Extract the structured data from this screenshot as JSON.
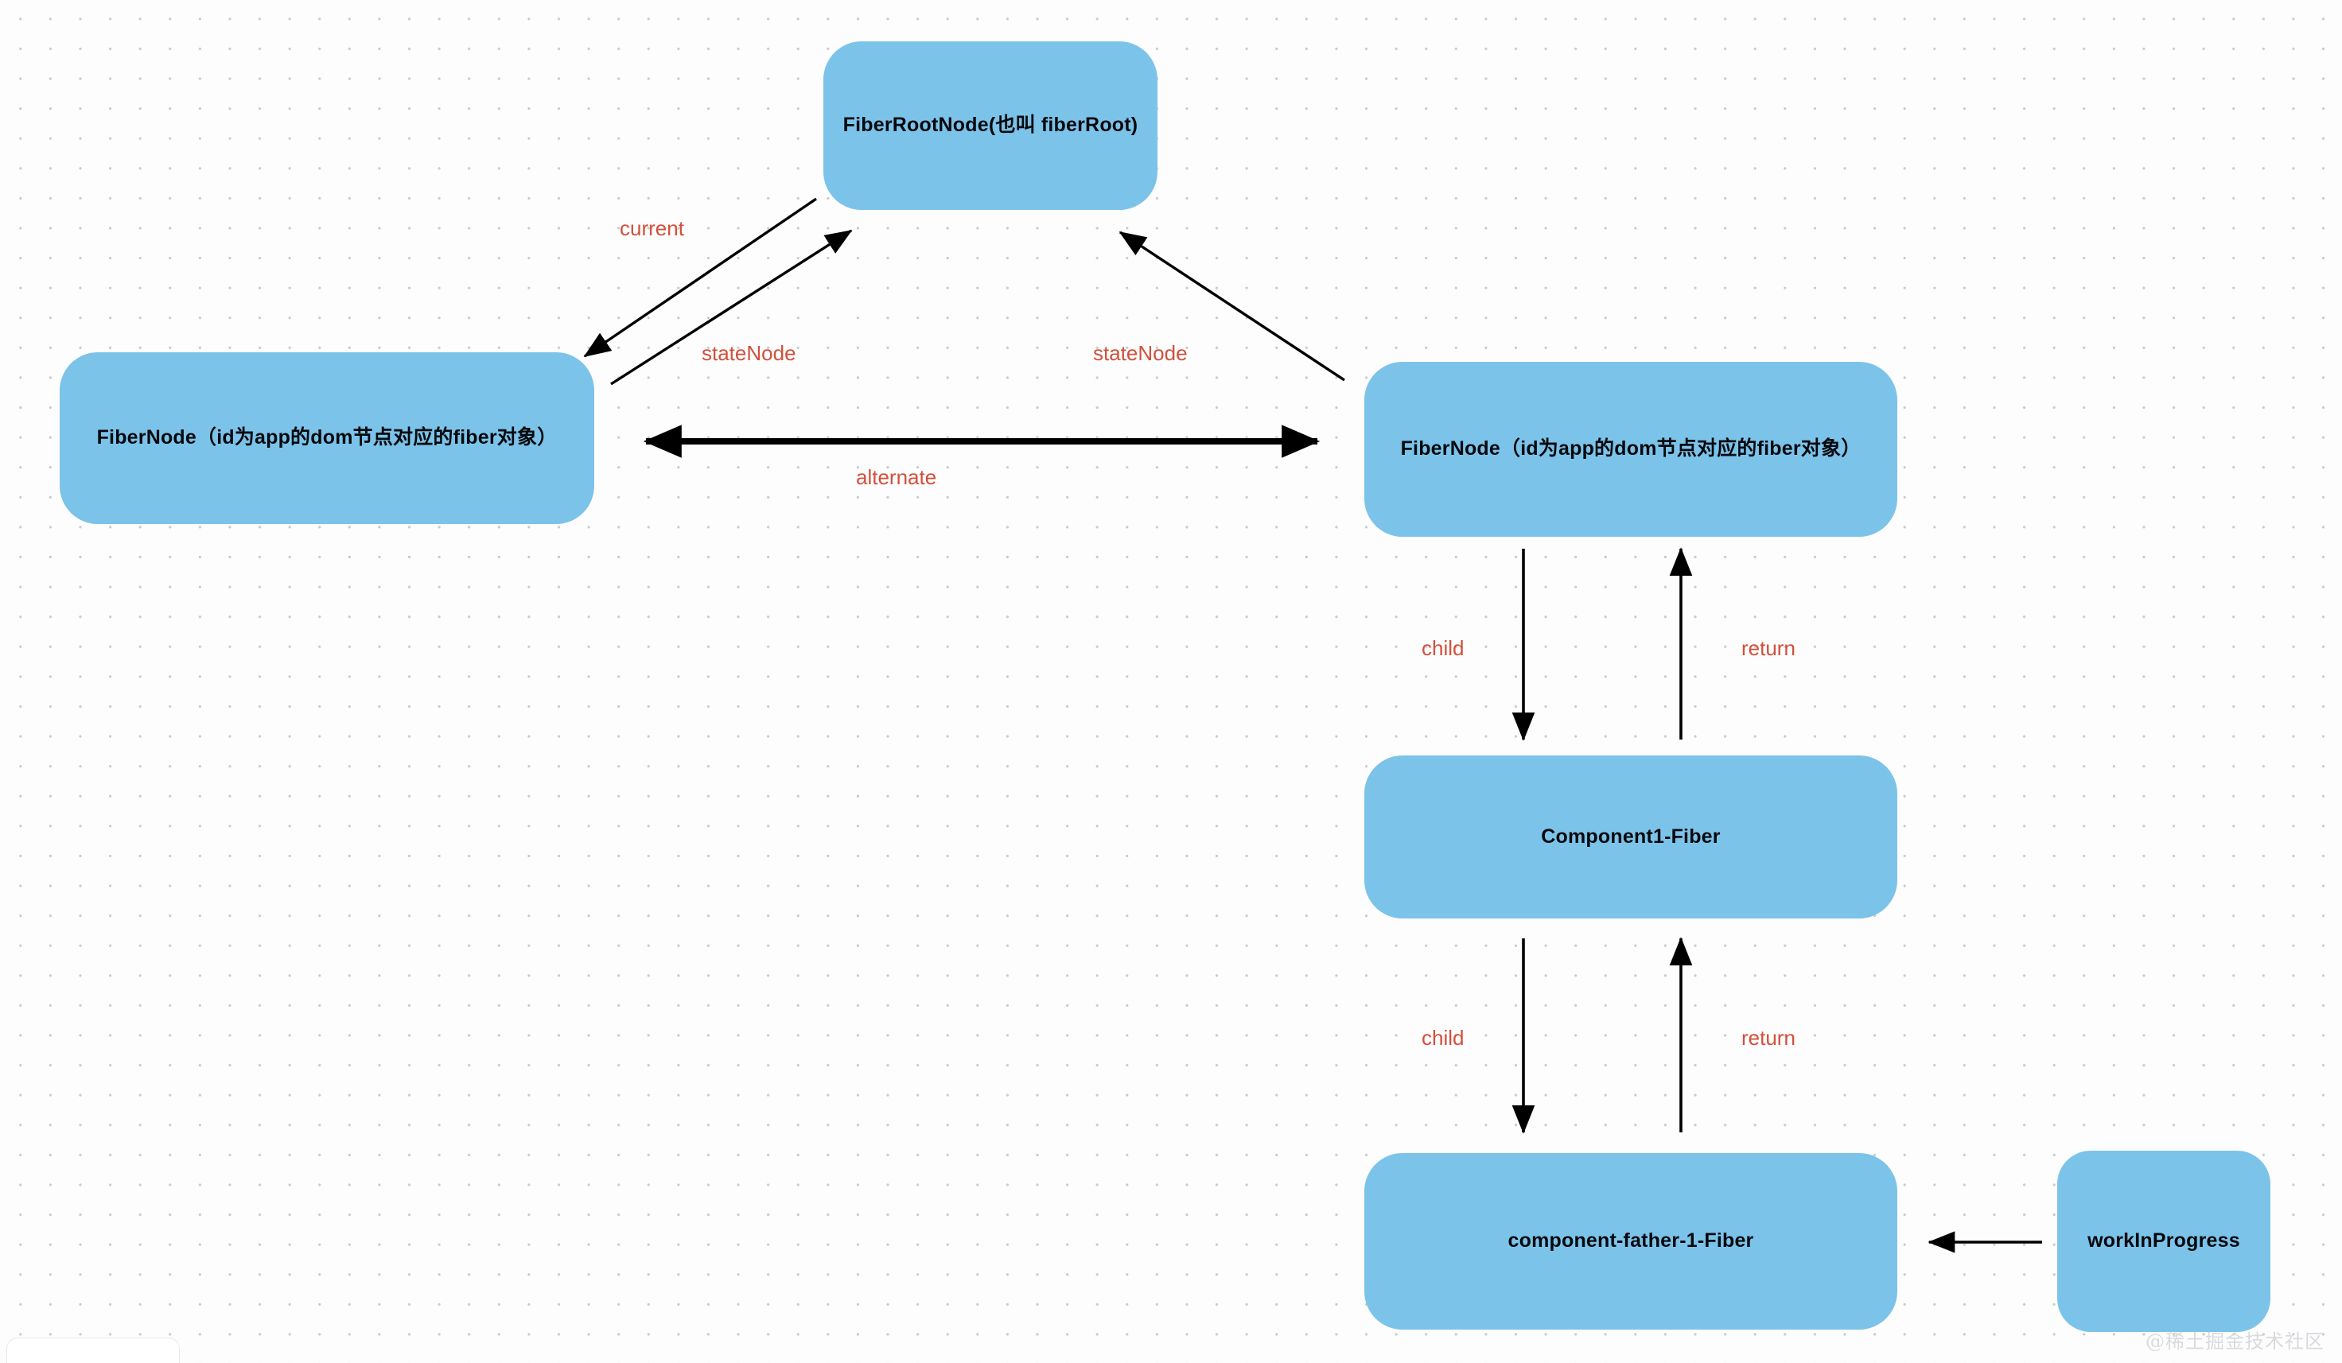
{
  "diagram": {
    "title": "React Fiber tree structure diagram",
    "colors": {
      "node_fill": "#7cc3ea",
      "node_text": "#06090d",
      "edge_label": "#d2503c",
      "arrow": "#000000",
      "background": "#fdfdfd",
      "grid_dot": "#c9cbcd",
      "watermark": "#d8dadd"
    },
    "nodes": [
      {
        "id": "fiberroot",
        "label": "FiberRootNode(也叫 fiberRoot)"
      },
      {
        "id": "fiber-left",
        "label": "FiberNode（id为app的dom节点对应的fiber对象）"
      },
      {
        "id": "fiber-right",
        "label": "FiberNode（id为app的dom节点对应的fiber对象）"
      },
      {
        "id": "component1",
        "label": "Component1-Fiber"
      },
      {
        "id": "compfather",
        "label": "component-father-1-Fiber"
      },
      {
        "id": "wip",
        "label": "workInProgress"
      }
    ],
    "edges": [
      {
        "id": "current",
        "label": "current",
        "from": "fiberroot",
        "to": "fiber-left",
        "direction": "one-way"
      },
      {
        "id": "statenode-l",
        "label": "stateNode",
        "from": "fiber-left",
        "to": "fiberroot",
        "direction": "one-way"
      },
      {
        "id": "statenode-r",
        "label": "stateNode",
        "from": "fiber-right",
        "to": "fiberroot",
        "direction": "one-way"
      },
      {
        "id": "alternate",
        "label": "alternate",
        "from": "fiber-left",
        "to": "fiber-right",
        "direction": "two-way"
      },
      {
        "id": "child-1",
        "label": "child",
        "from": "fiber-right",
        "to": "component1",
        "direction": "one-way"
      },
      {
        "id": "return-1",
        "label": "return",
        "from": "component1",
        "to": "fiber-right",
        "direction": "one-way"
      },
      {
        "id": "child-2",
        "label": "child",
        "from": "component1",
        "to": "compfather",
        "direction": "one-way"
      },
      {
        "id": "return-2",
        "label": "return",
        "from": "compfather",
        "to": "component1",
        "direction": "one-way"
      },
      {
        "id": "wip-link",
        "label": "",
        "from": "wip",
        "to": "compfather",
        "direction": "one-way"
      }
    ]
  },
  "watermark": {
    "text": "@稀土掘金技术社区"
  }
}
